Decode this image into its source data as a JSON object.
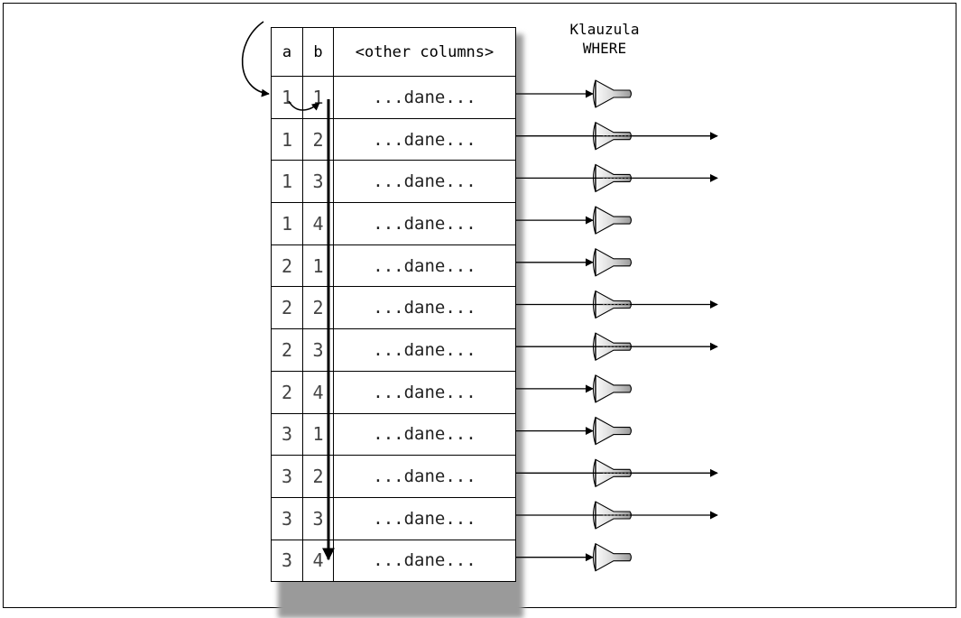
{
  "headers": {
    "a": "a",
    "b": "b",
    "other": "<other columns>"
  },
  "title": {
    "line1": "Klauzula",
    "line2": "WHERE"
  },
  "rows": [
    {
      "a": "1",
      "b": "1",
      "data": "...dane...",
      "passes": false
    },
    {
      "a": "1",
      "b": "2",
      "data": "...dane...",
      "passes": true
    },
    {
      "a": "1",
      "b": "3",
      "data": "...dane...",
      "passes": true
    },
    {
      "a": "1",
      "b": "4",
      "data": "...dane...",
      "passes": false
    },
    {
      "a": "2",
      "b": "1",
      "data": "...dane...",
      "passes": false
    },
    {
      "a": "2",
      "b": "2",
      "data": "...dane...",
      "passes": true
    },
    {
      "a": "2",
      "b": "3",
      "data": "...dane...",
      "passes": true
    },
    {
      "a": "2",
      "b": "4",
      "data": "...dane...",
      "passes": false
    },
    {
      "a": "3",
      "b": "1",
      "data": "...dane...",
      "passes": false
    },
    {
      "a": "3",
      "b": "2",
      "data": "...dane...",
      "passes": true
    },
    {
      "a": "3",
      "b": "3",
      "data": "...dane...",
      "passes": true
    },
    {
      "a": "3",
      "b": "4",
      "data": "...dane...",
      "passes": false
    }
  ]
}
